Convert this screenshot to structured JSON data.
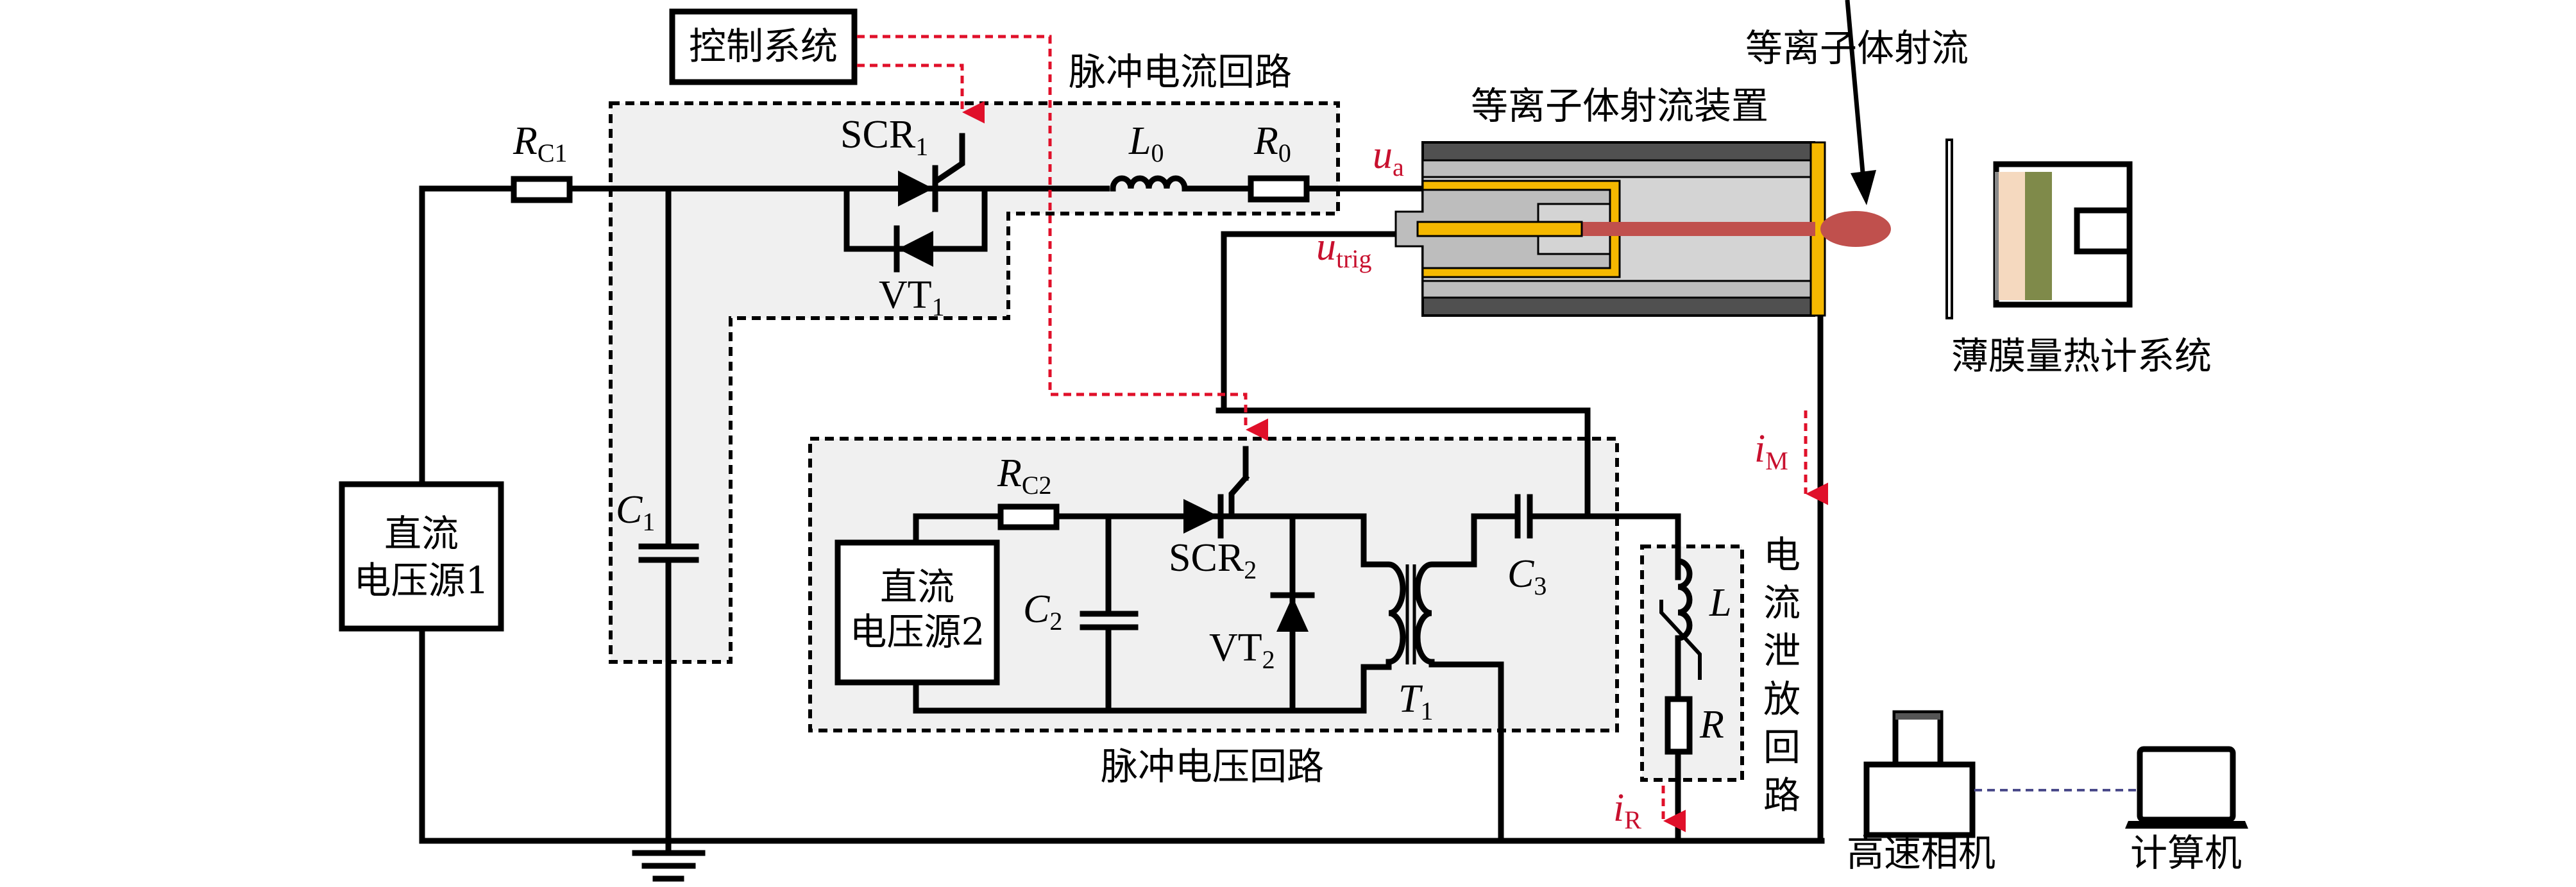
{
  "title": "Plasma jet pulsed power and diagnostic setup",
  "labels": {
    "control_system": "控制系统",
    "pulse_current_loop": "脉冲电流回路",
    "pulse_voltage_loop": "脉冲电压回路",
    "plasma_jet_device": "等离子体射流装置",
    "plasma_jet": "等离子体射流",
    "thin_film_calorimeter": "薄膜量热计系统",
    "current_discharge_loop": [
      "电",
      "流",
      "泄",
      "放",
      "回",
      "路"
    ],
    "high_speed_camera": "高速相机",
    "computer": "计算机",
    "dc_source1": [
      "直流",
      "电压源1"
    ],
    "dc_source2": [
      "直流",
      "电压源2"
    ]
  },
  "components": {
    "rc1": {
      "main": "R",
      "sub": "C1"
    },
    "c1": {
      "main": "C",
      "sub": "1"
    },
    "scr1": {
      "main": "SCR",
      "sub": "1"
    },
    "vt1": {
      "main": "VT",
      "sub": "1"
    },
    "l0": {
      "main": "L",
      "sub": "0"
    },
    "r0": {
      "main": "R",
      "sub": "0"
    },
    "rc2": {
      "main": "R",
      "sub": "C2"
    },
    "c2": {
      "main": "C",
      "sub": "2"
    },
    "scr2": {
      "main": "SCR",
      "sub": "2"
    },
    "vt2": {
      "main": "VT",
      "sub": "2"
    },
    "t1": {
      "main": "T",
      "sub": "1"
    },
    "c3": {
      "main": "C",
      "sub": "3"
    },
    "l": {
      "main": "L"
    },
    "r": {
      "main": "R"
    }
  },
  "signals": {
    "ua": {
      "main": "u",
      "sub": "a"
    },
    "utrig": {
      "main": "u",
      "sub": "trig"
    },
    "im": {
      "main": "i",
      "sub": "M"
    },
    "ir": {
      "main": "i",
      "sub": "R"
    }
  },
  "colors": {
    "signal_red": "#c8102e",
    "electrode_yellow": "#f5b800",
    "plasma_red": "#c0504d",
    "insulator_dark": "#505050",
    "insulator_light": "#bdbdbd",
    "film_peach": "#f5d9bf",
    "film_olive": "#7f8a4a"
  }
}
